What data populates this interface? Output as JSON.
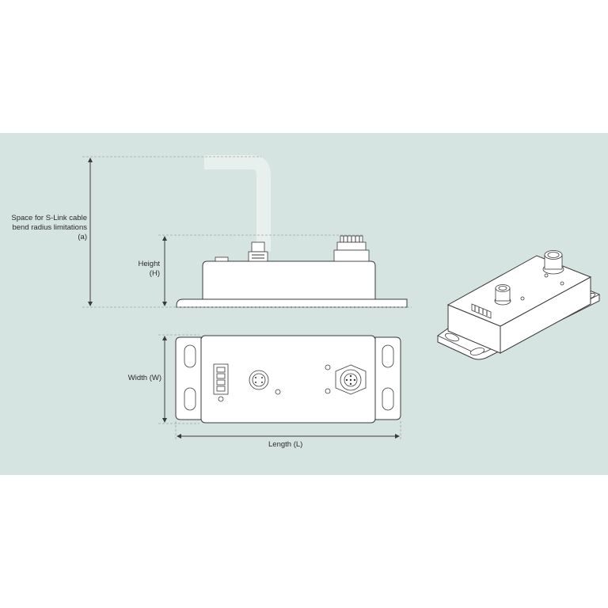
{
  "annotations": {
    "cable_space": "Space for S-Link cable bend radius limitations",
    "cable_space_ref": "(a)",
    "height": "Height",
    "height_ref": "(H)",
    "width": "Width (W)",
    "length": "Length (L)"
  },
  "colors": {
    "background_panel": "#d6e4e1",
    "cable": "#e8f0ee",
    "outline": "#3a3a3a"
  }
}
